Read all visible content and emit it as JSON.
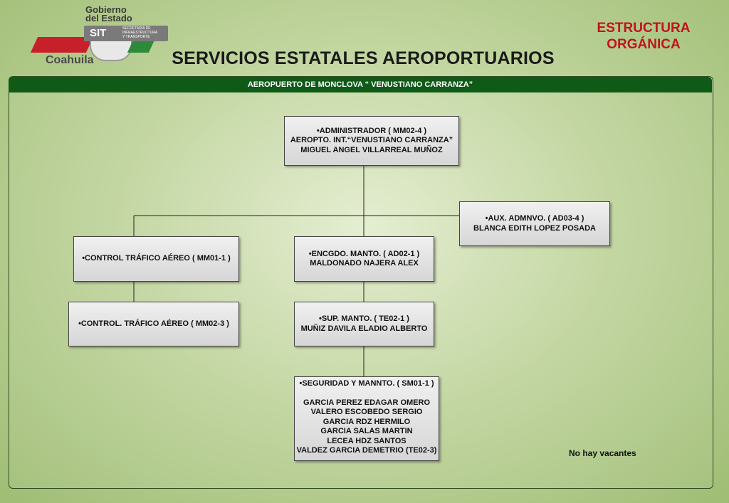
{
  "logo": {
    "gobierno_line1": "Gobierno",
    "gobierno_line2": "del Estado",
    "sit": "SIT",
    "sit_sub1": "SECRETARÍA DE",
    "sit_sub2": "INFRAESTRUCTURA",
    "sit_sub3": "Y TRANSPORTE",
    "state": "Coahuila"
  },
  "header": {
    "corner_line1": "ESTRUCTURA",
    "corner_line2": "ORGÁNICA",
    "title": "SERVICIOS ESTATALES AEROPORTUARIOS",
    "panel_title": "AEROPUERTO DE MONCLOVA “ VENUSTIANO CARRANZA”"
  },
  "nodes": {
    "admin": [
      "•ADMINISTRADOR ( MM02-4 )",
      "AEROPTO. INT.“VENUSTIANO CARRANZA”",
      "MIGUEL ANGEL VILLARREAL MUÑOZ"
    ],
    "aux": [
      "•AUX. ADMNVO. ( AD03-4 )",
      "BLANCA EDITH LOPEZ POSADA"
    ],
    "control1": [
      "•CONTROL TRÁFICO AÉREO ( MM01-1 )"
    ],
    "encgdo": [
      "•ENCGDO. MANTO. ( AD02-1 )",
      "MALDONADO NAJERA ALEX"
    ],
    "control2": [
      "•CONTROL. TRÁFICO AÉREO ( MM02-3 )"
    ],
    "sup": [
      "•SUP. MANTO. ( TE02-1 )",
      "MUÑIZ DAVILA ELADIO ALBERTO"
    ],
    "seguridad": [
      "•SEGURIDAD Y MANNTO. ( SM01-1 )",
      "",
      "GARCIA PEREZ EDAGAR OMERO",
      "VALERO ESCOBEDO SERGIO",
      "GARCIA RDZ HERMILO",
      "GARCIA SALAS MARTIN",
      "LECEA HDZ SANTOS",
      "VALDEZ GARCIA DEMETRIO (TE02-3)"
    ]
  },
  "note": "No hay vacantes"
}
